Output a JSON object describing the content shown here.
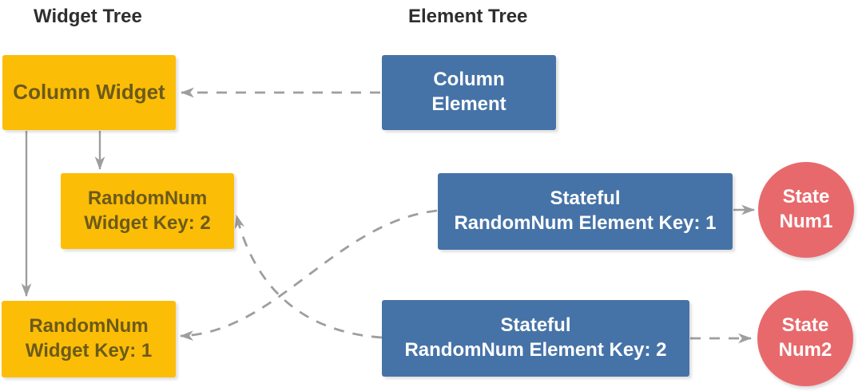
{
  "diagram": {
    "titles": {
      "widget_tree": "Widget Tree",
      "element_tree": "Element Tree"
    },
    "nodes": {
      "column_widget": {
        "type": "widget",
        "label": "Column Widget"
      },
      "widget_key2": {
        "type": "widget",
        "line1": "RandomNum",
        "line2": "Widget Key: 2"
      },
      "widget_key1": {
        "type": "widget",
        "line1": "RandomNum",
        "line2": "Widget Key: 1"
      },
      "column_element": {
        "type": "element",
        "line1": "Column",
        "line2": "Element"
      },
      "element_key1": {
        "type": "element",
        "line1": "Stateful",
        "line2": "RandomNum Element Key: 1"
      },
      "element_key2": {
        "type": "element",
        "line1": "Stateful",
        "line2": "RandomNum Element Key: 2"
      },
      "state_num1": {
        "type": "state",
        "line1": "State",
        "line2": "Num1"
      },
      "state_num2": {
        "type": "state",
        "line1": "State",
        "line2": "Num2"
      }
    },
    "edges": [
      {
        "from": "column_widget",
        "to": "widget_key2",
        "style": "solid"
      },
      {
        "from": "column_widget",
        "to": "widget_key1",
        "style": "solid"
      },
      {
        "from": "column_element",
        "to": "column_widget",
        "style": "dashed"
      },
      {
        "from": "element_key1",
        "to": "widget_key1",
        "style": "dashed"
      },
      {
        "from": "element_key2",
        "to": "widget_key2",
        "style": "dashed"
      },
      {
        "from": "element_key1",
        "to": "state_num1",
        "style": "solid"
      },
      {
        "from": "element_key2",
        "to": "state_num2",
        "style": "dashed"
      }
    ],
    "colors": {
      "widget_fill": "#FCBD07",
      "widget_text": "#6B5A1A",
      "element_fill": "#4673A7",
      "element_text": "#FFFFFF",
      "state_fill": "#E8696C",
      "state_text": "#FFFFFF",
      "arrow": "#9E9E9E",
      "title_text": "#2E2E2E",
      "background": "#FFFFFF"
    }
  }
}
